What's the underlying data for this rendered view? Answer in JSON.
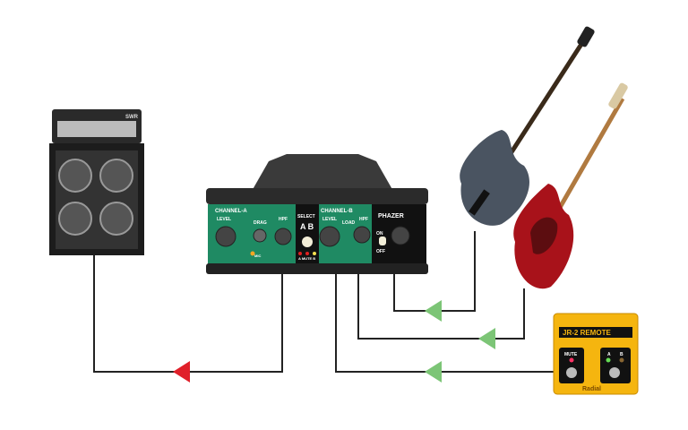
{
  "device": {
    "name": "PHAZER",
    "channel_a": "CHANNEL-A",
    "channel_b": "CHANNEL-B",
    "level": "LEVEL",
    "drag": "DRAG",
    "hpf": "HPF",
    "load": "LOAD",
    "select": "SELECT",
    "ab": "A B",
    "mic": "MIC",
    "on": "ON",
    "off": "OFF",
    "mute": "A MUTE B"
  },
  "remote": {
    "title": "JR-2 REMOTE",
    "mute": "MUTE",
    "a": "A",
    "b": "B",
    "brand": "Radial"
  },
  "amp": {
    "brand": "SWR"
  },
  "colors": {
    "signal_in": "#7cc576",
    "signal_out": "#e0202a",
    "device_green": "#1f8a63",
    "remote_yellow": "#f5b50f"
  }
}
